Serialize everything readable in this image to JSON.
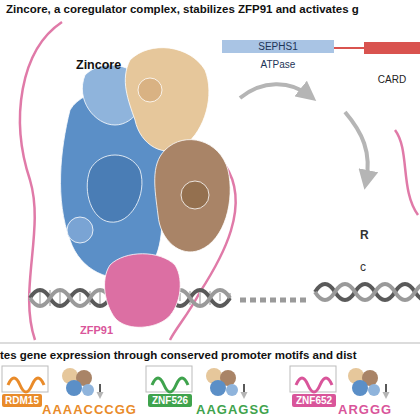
{
  "diagram": {
    "title": "Zincore, a coregulator complex, stabilizes ZFP91 and activates g",
    "nodes": [
      {
        "text": [
          "SEPHS1",
          "ATPase"
        ]
      },
      {
        "text": [
          "CARD"
        ]
      },
      {
        "text": [
          "RDM15"
        ]
      },
      {
        "text": [
          "ZNF526"
        ]
      },
      {
        "text": [
          "ZNF652"
        ]
      }
    ],
    "labels": [
      "Zincore",
      "ZFP91",
      "tes gene expression through conserved promoter motifs and dist",
      "AAAACCCGG",
      "AAGAGSG",
      "ARGGG",
      "R",
      "c"
    ]
  }
}
